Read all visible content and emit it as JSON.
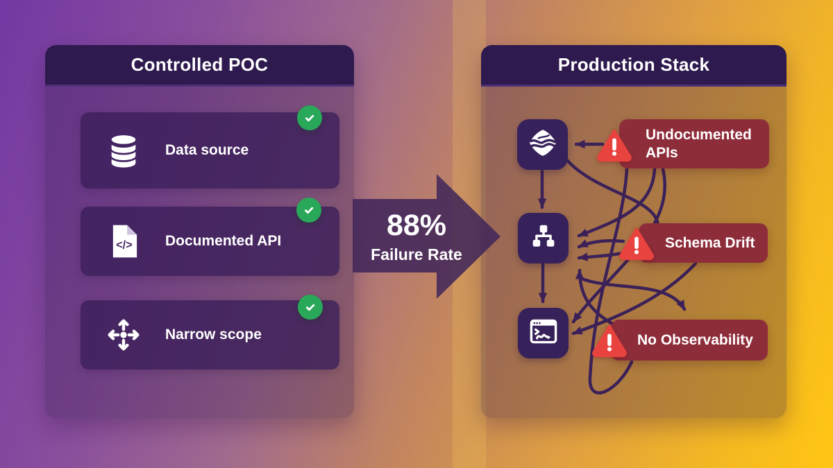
{
  "left_panel": {
    "title": "Controlled POC",
    "items": [
      {
        "icon": "database-icon",
        "label": "Data source",
        "status": "check"
      },
      {
        "icon": "code-file-icon",
        "label": "Documented API",
        "status": "check"
      },
      {
        "icon": "narrow-scope-icon",
        "label": "Narrow scope",
        "status": "check"
      }
    ]
  },
  "center_arrow": {
    "value": "88%",
    "label": "Failure Rate"
  },
  "right_panel": {
    "title": "Production Stack",
    "nodes": [
      {
        "icon": "data-flow-icon"
      },
      {
        "icon": "sitemap-icon"
      },
      {
        "icon": "terminal-window-icon"
      }
    ],
    "issues": [
      {
        "icon": "warning-triangle-icon",
        "label": "Undocumented APIs"
      },
      {
        "icon": "warning-triangle-icon",
        "label": "Schema Drift"
      },
      {
        "icon": "warning-triangle-icon",
        "label": "No Observability"
      }
    ]
  },
  "colors": {
    "check_green": "#2aa85a",
    "warning_red": "#e8433e",
    "issue_badge_red": "#8e2d3a",
    "panel_header_purple": "#2e1a4e",
    "card_purple": "#44285c",
    "connector_purple": "#3b2158",
    "arrow_fill_purple": "#3e2459",
    "background_purple": "#7338a3",
    "background_yellow": "#ffc614"
  }
}
